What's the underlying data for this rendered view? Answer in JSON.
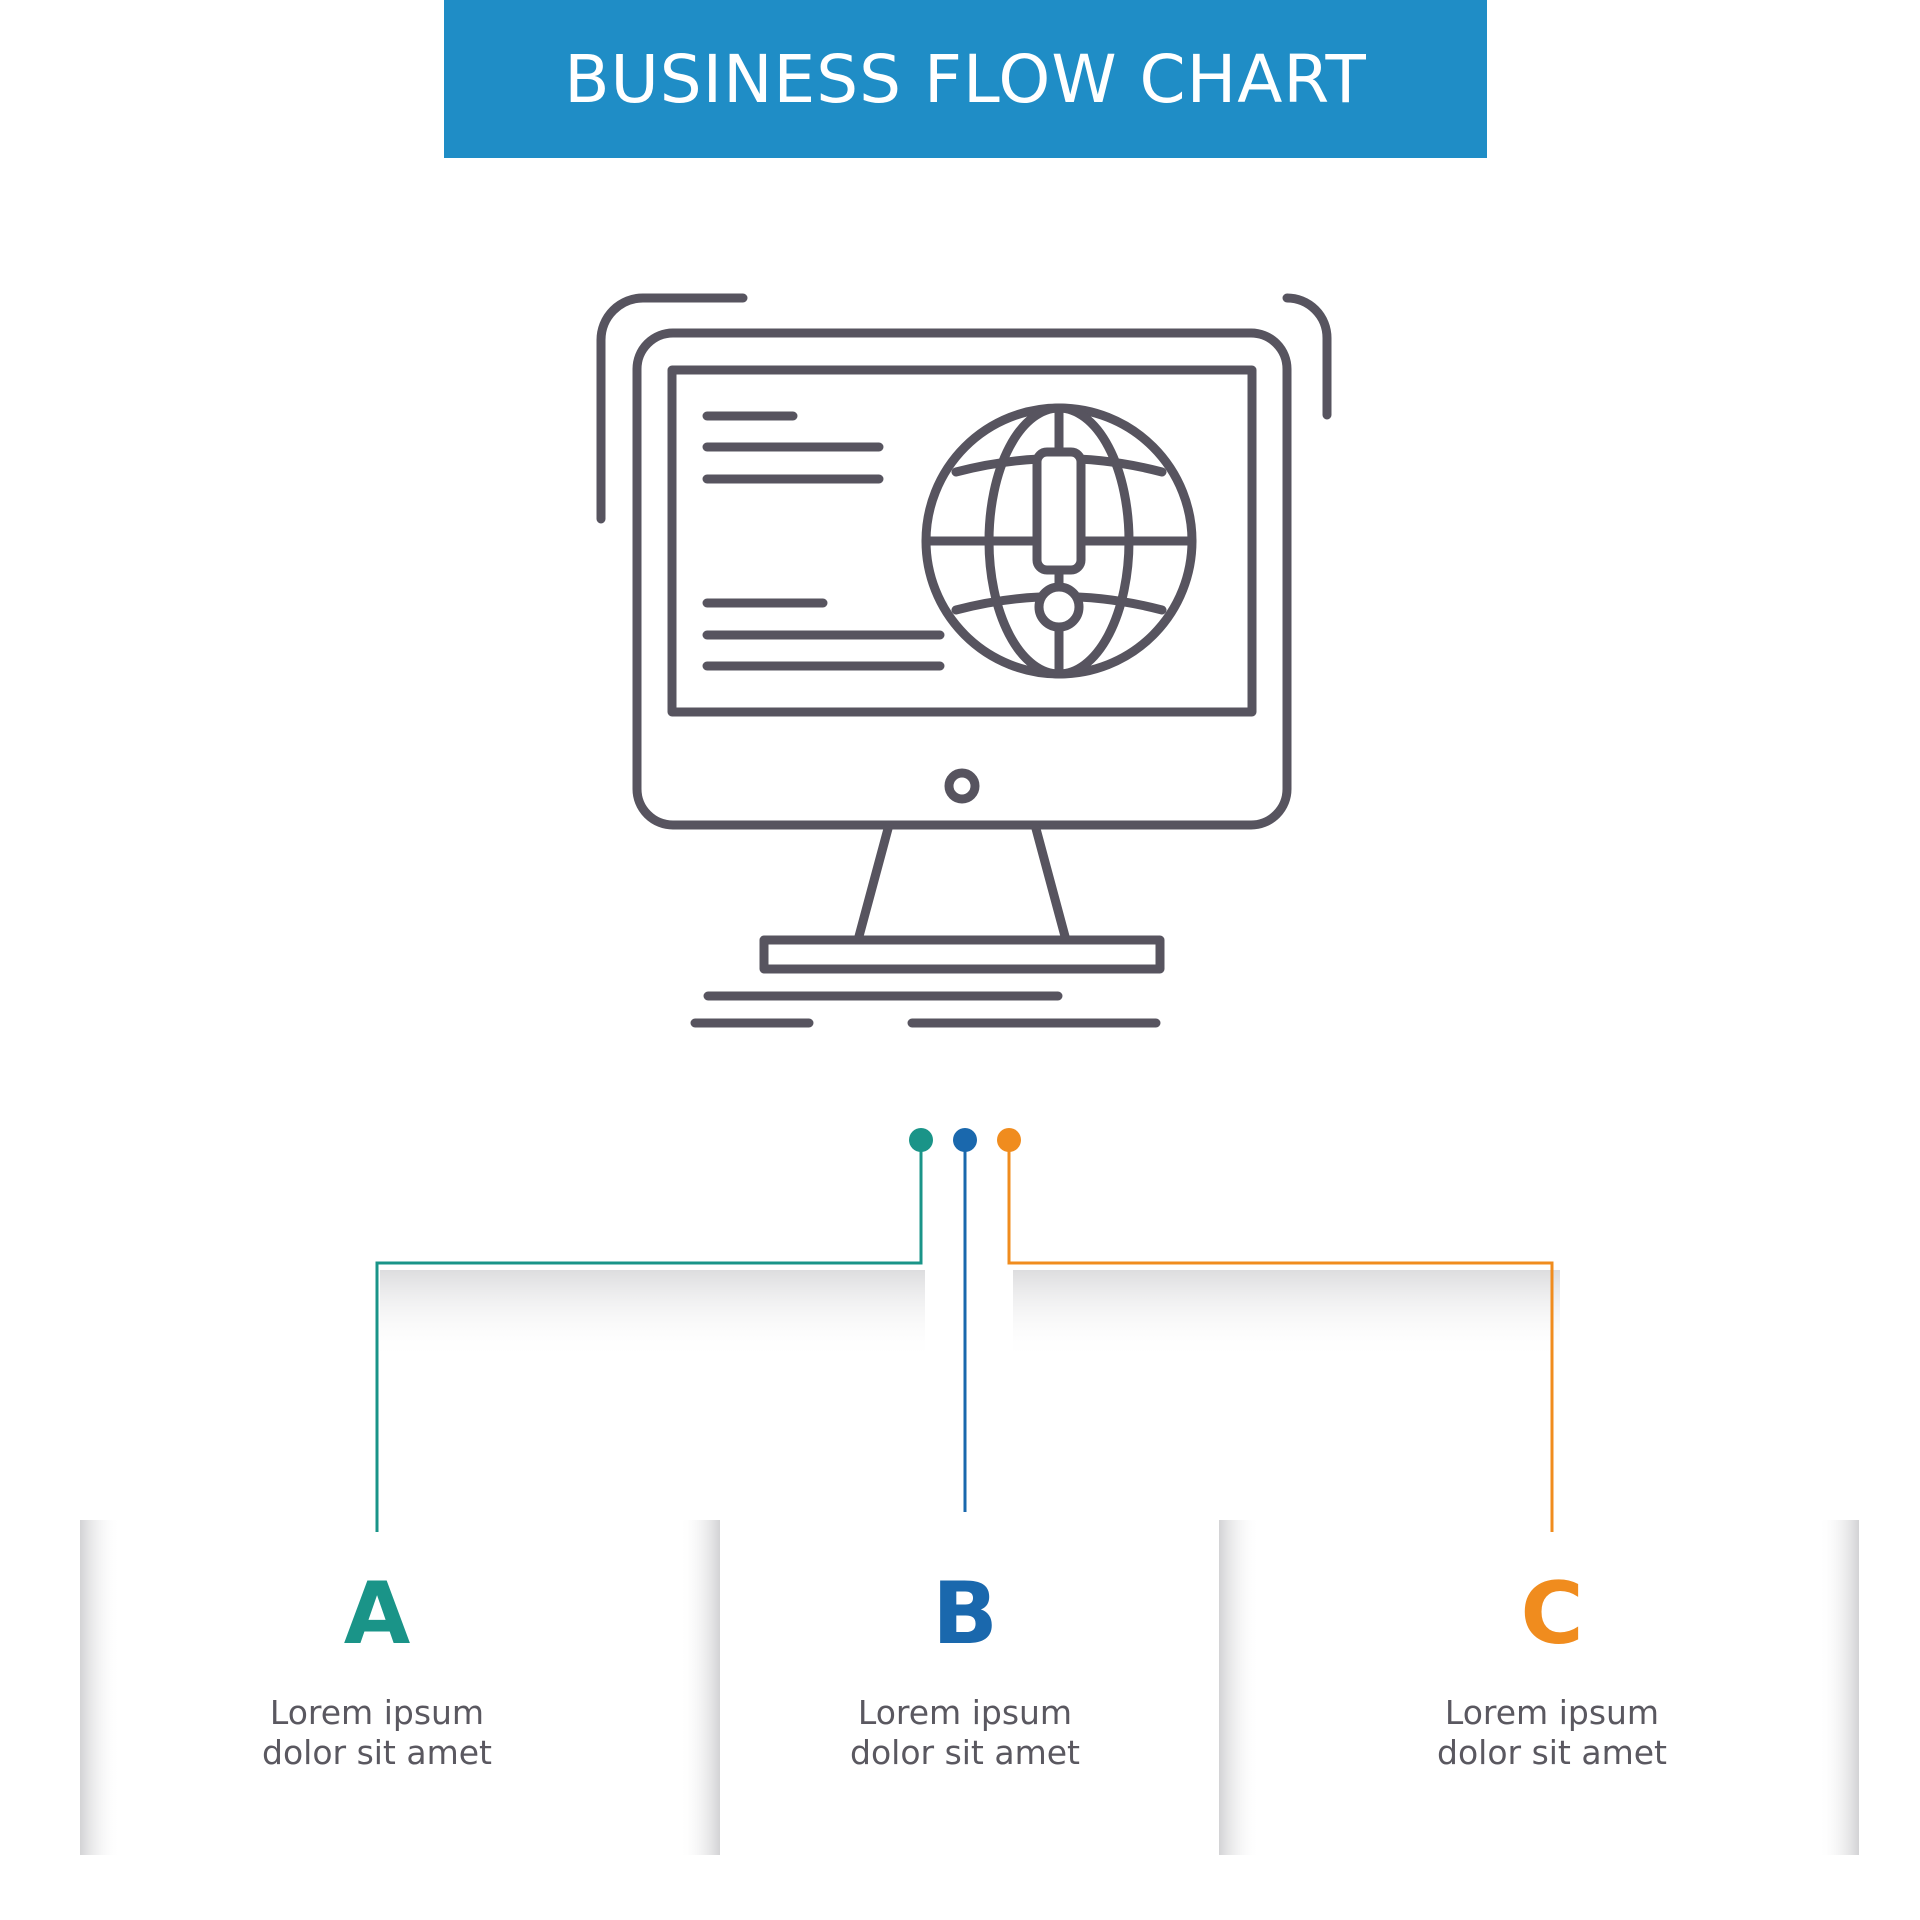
{
  "title": "BUSINESS FLOW CHART",
  "colors": {
    "banner": "#1f8dc6",
    "icon_stroke": "#57545f",
    "a": "#1a9488",
    "b": "#1a68ad",
    "c": "#f08c1e",
    "text": "#5a5860"
  },
  "icon": "monitor-globe-exclamation-icon",
  "branches": [
    {
      "letter": "A",
      "line1": "Lorem ipsum",
      "line2": "dolor sit amet"
    },
    {
      "letter": "B",
      "line1": "Lorem ipsum",
      "line2": "dolor sit amet"
    },
    {
      "letter": "C",
      "line1": "Lorem ipsum",
      "line2": "dolor sit amet"
    }
  ]
}
